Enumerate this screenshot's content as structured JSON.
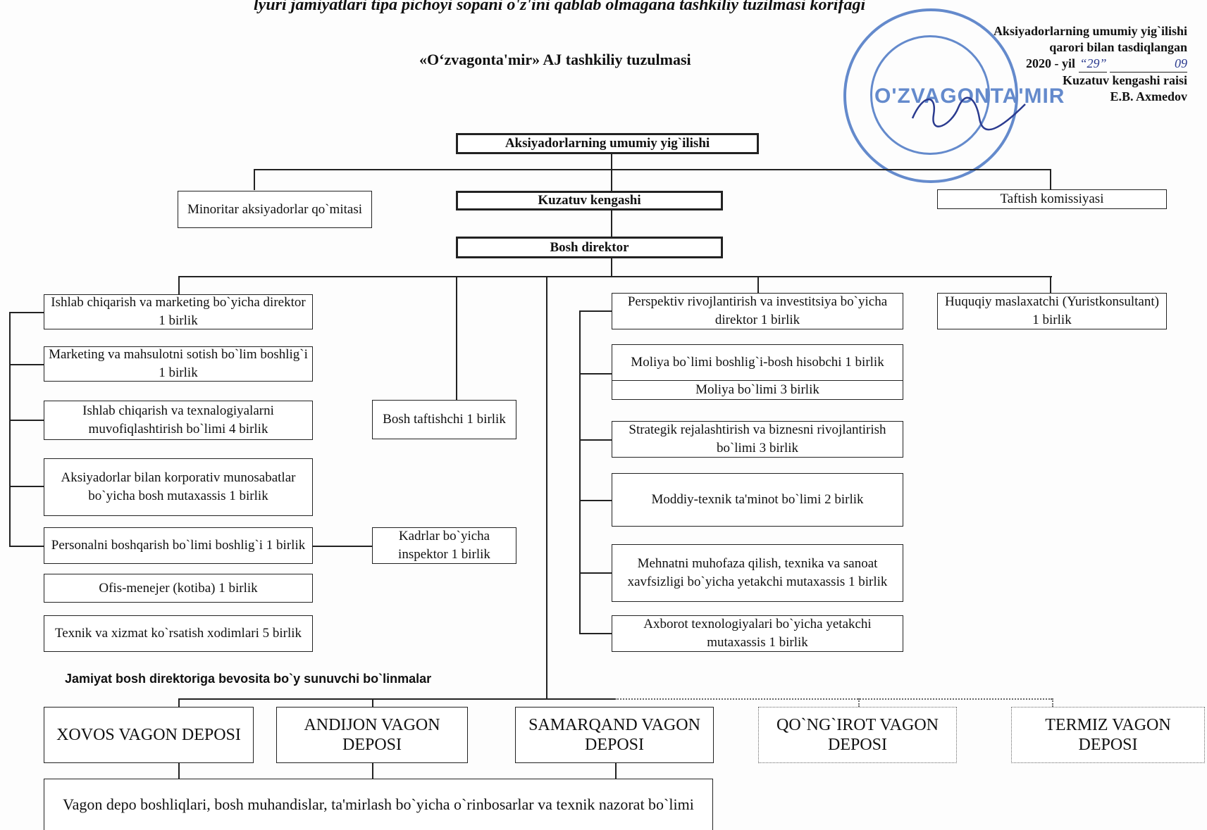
{
  "header": {
    "top_cut_text": "lyuri jamiyatlari tipa pichoyi sopani o'z'ini qablab olmagana tashkiliy tuzilmasi korifagi",
    "title": "«O‘zvagonta'mir» AJ tashkiliy tuzulmasi"
  },
  "approval": {
    "line1": "Aksiyadorlarning umumiy yig`ilishi",
    "line2": "qarori bilan tasdiqlangan",
    "year_label": "2020 - yil",
    "day": "“29”",
    "month": "09",
    "line4": "Kuzatuv kengashi raisi",
    "line5": "E.B. Axmedov",
    "stamp_text": "O'ZVAGONTA'MIR"
  },
  "org": {
    "general_meeting": "Aksiyadorlarning umumiy yig`ilishi",
    "minority_committee": "Minoritar aksiyadorlar qo`mitasi",
    "supervisory_board": "Kuzatuv kengashi",
    "audit_commission": "Taftish komissiyasi",
    "ceo": "Bosh direktor",
    "left": [
      "Ishlab chiqarish va marketing bo`yicha direktor 1 birlik",
      "Marketing va mahsulotni sotish bo`lim boshlig`i 1 birlik",
      "Ishlab chiqarish va texnalogiyalarni muvofiqlashtirish bo`limi 4 birlik",
      "Aksiyadorlar bilan korporativ munosabatlar bo`yicha bosh mutaxassis 1 birlik",
      "Personalni boshqarish bo`limi boshlig`i 1 birlik",
      "Ofis-menejer (kotiba) 1 birlik",
      "Texnik va xizmat ko`rsatish xodimlari 5 birlik"
    ],
    "chief_inspector": "Bosh taftishchi 1 birlik",
    "hr_inspector": "Kadrlar bo`yicha inspektor 1 birlik",
    "right": [
      "Perspektiv rivojlantirish va investitsiya bo`yicha direktor 1 birlik",
      "Moliya bo`limi boshlig`i-bosh hisobchi 1 birlik",
      "Moliya bo`limi 3 birlik",
      "Strategik rejalashtirish va biznesni rivojlantirish bo`limi 3 birlik",
      "Moddiy-texnik ta'minot bo`limi 2 birlik",
      "Mehnatni muhofaza qilish, texnika va sanoat xavfsizligi bo`yicha yetakchi mutaxassis 1 birlik",
      "Axborot texnologiyalari bo`yicha yetakchi mutaxassis 1 birlik"
    ],
    "legal": "Huquqiy maslaxatchi (Yuristkonsultant) 1 birlik",
    "subordinate_caption": "Jamiyat bosh direktoriga bevosita bo`y sunuvchi bo`linmalar",
    "depots": [
      "XOVOS VAGON DEPOSI",
      "ANDIJON VAGON DEPOSI",
      "SAMARQAND VAGON DEPOSI",
      "QO`NG`IROT VAGON DEPOSI",
      "TERMIZ VAGON DEPOSI"
    ],
    "depot_management": "Vagon depo boshliqlari, bosh muhandislar, ta'mirlash bo`yicha o`rinbosarlar va texnik nazorat bo`limi"
  }
}
